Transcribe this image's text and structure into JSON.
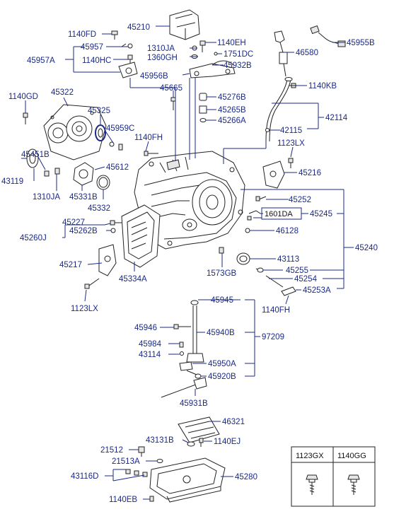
{
  "labels": {
    "p45210": "45210",
    "p1140FD": "1140FD",
    "p45957": "45957",
    "p45957A": "45957A",
    "p1140HC": "1140HC",
    "p1310JA_top": "1310JA",
    "p1360GH": "1360GH",
    "p1140EH": "1140EH",
    "p1751DC": "1751DC",
    "p45932B": "45932B",
    "p45956B": "45956B",
    "p46580": "46580",
    "p45955B": "45955B",
    "p1140KB": "1140KB",
    "p42114": "42114",
    "p42115": "42115",
    "p1140GD": "1140GD",
    "p45322": "45322",
    "p45325": "45325",
    "p45959C": "45959C",
    "p45665": "45665",
    "p45276B": "45276B",
    "p45265B": "45265B",
    "p45266A": "45266A",
    "p1140FH_mid": "1140FH",
    "p1123LX_top": "1123LX",
    "p45216": "45216",
    "p45451B": "45451B",
    "p43119": "43119",
    "p45612": "45612",
    "p1310JA_left": "1310JA",
    "p45331B": "45331B",
    "p45332": "45332",
    "p45252": "45252",
    "p1601DA": "1601DA",
    "p45245": "45245",
    "p46128": "46128",
    "p45227": "45227",
    "p45262B": "45262B",
    "p45260J": "45260J",
    "p45240": "45240",
    "p43113": "43113",
    "p45217": "45217",
    "p45334A": "45334A",
    "p1573GB": "1573GB",
    "p45255": "45255",
    "p45254": "45254",
    "p45253A": "45253A",
    "p1123LX_bot": "1123LX",
    "p1140FH_bot": "1140FH",
    "p45945": "45945",
    "p45946": "45946",
    "p45940B": "45940B",
    "p97209": "97209",
    "p45984": "45984",
    "p43114": "43114",
    "p45950A": "45950A",
    "p45920B": "45920B",
    "p45931B": "45931B",
    "p46321": "46321",
    "p43131B": "43131B",
    "p1140EJ": "1140EJ",
    "p21512": "21512",
    "p21513A": "21513A",
    "p43116D": "43116D",
    "p45280": "45280",
    "p1140EB": "1140EB"
  },
  "legend_table": {
    "col1": "1123GX",
    "col2": "1140GG"
  }
}
